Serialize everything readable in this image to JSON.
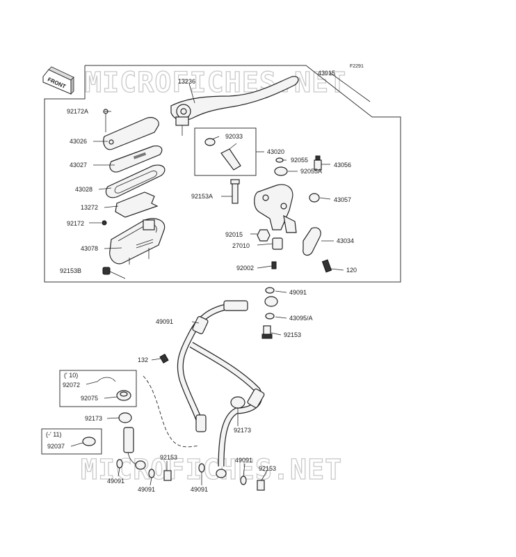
{
  "diagram_code": "F2291",
  "watermark_top": "MICROFICHES.NET",
  "watermark_bottom": "MICROFICHES.NET",
  "front_arrow_label": "FRONT",
  "variant_labels": {
    "v10": "(' 10)",
    "v11": "(-' 11)"
  },
  "callouts": [
    "43015",
    "13236",
    "92172A",
    "43026",
    "43027",
    "43028",
    "13272",
    "92172",
    "43078",
    "92153B",
    "92033",
    "43020",
    "92055",
    "92055A",
    "43056",
    "43057",
    "92153A",
    "92015",
    "27010",
    "92002",
    "43034",
    "120",
    "49091",
    "49091",
    "43095/A",
    "92153",
    "132",
    "92072",
    "92075",
    "92173",
    "92173",
    "92037",
    "92153",
    "49091",
    "49091",
    "49091",
    "49091",
    "92153"
  ]
}
